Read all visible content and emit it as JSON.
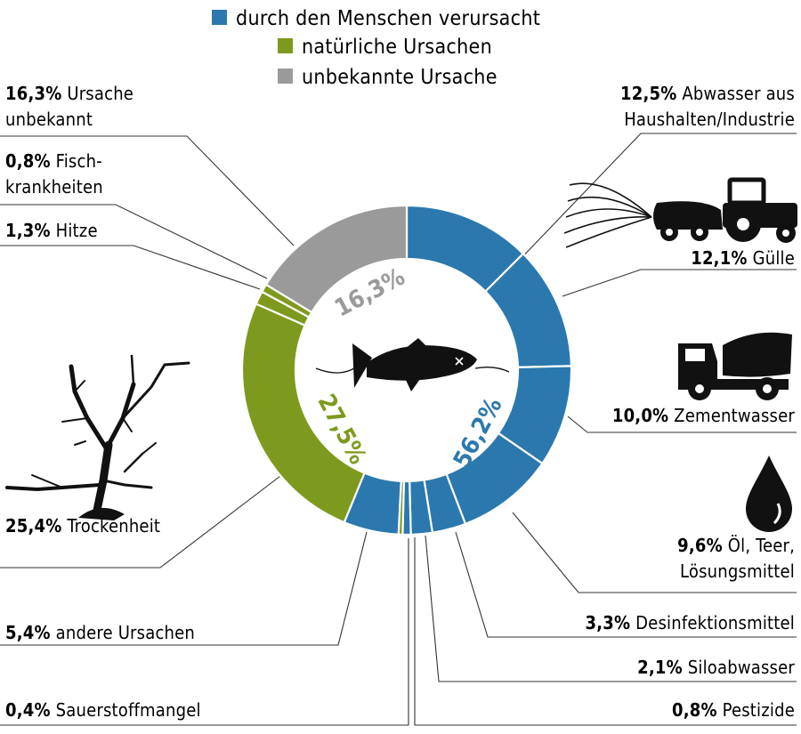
{
  "colors": {
    "human": "#2B78AE",
    "natural": "#7E9A1E",
    "unknown": "#9A9A9A",
    "leader": "#333333"
  },
  "legend": [
    {
      "label": "durch den Menschen verursacht",
      "color": "#2B78AE"
    },
    {
      "label": "natürliche Ursachen",
      "color": "#7E9A1E"
    },
    {
      "label": "unbekannte Ursache",
      "color": "#9A9A9A"
    }
  ],
  "chart_data": {
    "type": "pie",
    "variant": "donut",
    "slices": [
      {
        "value": 12.5,
        "pct": "12,5%",
        "lines": [
          "Abwasser aus",
          "Haushalten/Industrie"
        ],
        "group": "human",
        "icon": "tractor-icon"
      },
      {
        "value": 12.1,
        "pct": "12,1%",
        "lines": [
          "Gülle"
        ],
        "group": "human"
      },
      {
        "value": 10.0,
        "pct": "10,0%",
        "lines": [
          "Zementwasser"
        ],
        "group": "human",
        "icon": "cement-truck-icon"
      },
      {
        "value": 9.6,
        "pct": "9,6%",
        "lines": [
          "Öl, Teer,",
          "Lösungsmittel"
        ],
        "group": "human",
        "icon": "oil-drop-icon"
      },
      {
        "value": 3.3,
        "pct": "3,3%",
        "lines": [
          "Desinfektionsmittel"
        ],
        "group": "human"
      },
      {
        "value": 2.1,
        "pct": "2,1%",
        "lines": [
          "Siloabwasser"
        ],
        "group": "human"
      },
      {
        "value": 0.8,
        "pct": "0,8%",
        "lines": [
          "Pestizide"
        ],
        "group": "human"
      },
      {
        "value": 0.4,
        "pct": "0,4%",
        "lines": [
          "Sauerstoffmangel"
        ],
        "group": "natural"
      },
      {
        "value": 5.4,
        "pct": "5,4%",
        "lines": [
          "andere Ursachen"
        ],
        "group": "human"
      },
      {
        "value": 25.4,
        "pct": "25,4%",
        "lines": [
          "Trockenheit"
        ],
        "group": "natural",
        "icon": "dead-tree-icon"
      },
      {
        "value": 1.3,
        "pct": "1,3%",
        "lines": [
          "Hitze"
        ],
        "group": "natural"
      },
      {
        "value": 0.8,
        "pct": "0,8%",
        "lines": [
          "Fisch-",
          "krankheiten"
        ],
        "group": "natural"
      },
      {
        "value": 16.3,
        "pct": "16,3%",
        "lines": [
          "Ursache",
          "unbekannt"
        ],
        "group": "unknown"
      }
    ],
    "group_totals": [
      {
        "group": "human",
        "label": "56,2%"
      },
      {
        "group": "natural",
        "label": "27,5%"
      },
      {
        "group": "unknown",
        "label": "16,3%"
      }
    ],
    "center_icon": "dead-fish-icon"
  }
}
